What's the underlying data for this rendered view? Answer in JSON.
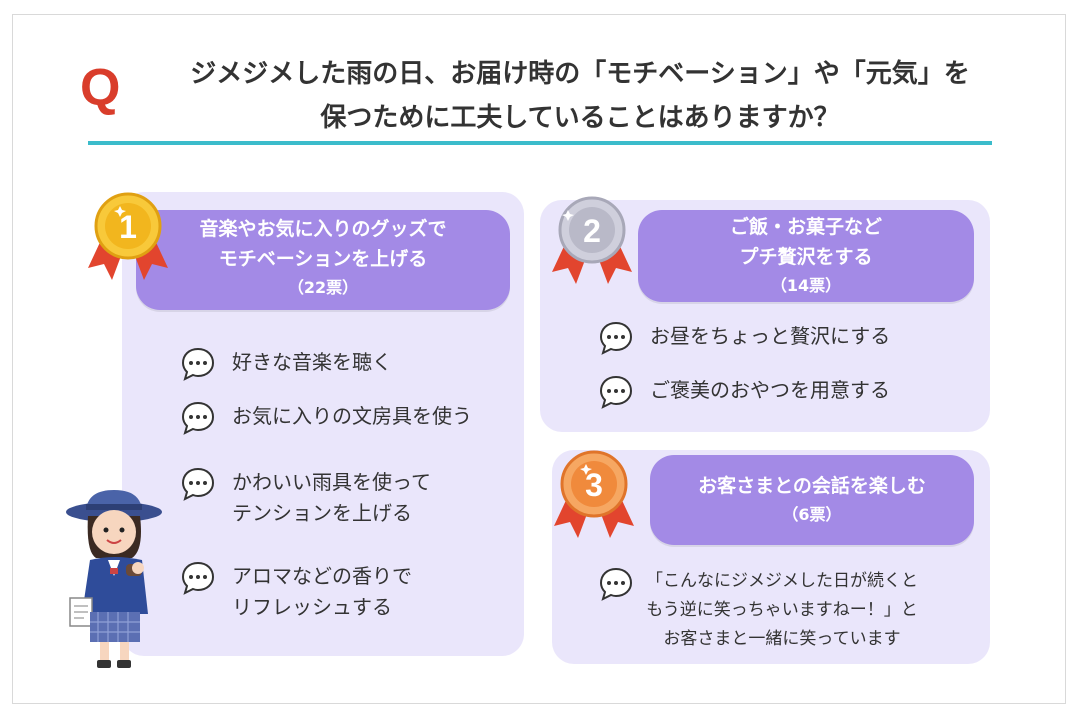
{
  "question": {
    "mark": "Q",
    "line1": "ジメジメした雨の日、お届け時の「モチベーション」や「元気」を",
    "line2": "保つために工夫していることはありますか？"
  },
  "colors": {
    "accent_red": "#d93d2b",
    "rule_teal": "#3bbccb",
    "panel_bg": "#eae6fb",
    "pill_bg": "#a38ae6",
    "gold": "#f2b61e",
    "silver": "#b9b9c8",
    "bronze": "#f08a3c",
    "ribbon": "#e2452e"
  },
  "rankings": [
    {
      "rank": "1",
      "medal": "gold-medal-icon",
      "title_lines": [
        "音楽やお気に入りのグッズで",
        "モチベーションを上げる"
      ],
      "votes": "（22票）",
      "items": [
        [
          "好きな音楽を聴く"
        ],
        [
          "お気に入りの文房具を使う"
        ],
        [
          "かわいい雨具を使って",
          "テンションを上げる"
        ],
        [
          "アロマなどの香りで",
          "リフレッシュする"
        ]
      ]
    },
    {
      "rank": "2",
      "medal": "silver-medal-icon",
      "title_lines": [
        "ご飯・お菓子など",
        "プチ贅沢をする"
      ],
      "votes": "（14票）",
      "items": [
        [
          "お昼をちょっと贅沢にする"
        ],
        [
          "ご褒美のおやつを用意する"
        ]
      ]
    },
    {
      "rank": "3",
      "medal": "bronze-medal-icon",
      "title_lines": [
        "お客さまとの会話を楽しむ"
      ],
      "votes": "（6票）",
      "items": [
        [
          "「こんなにジメジメした日が続くと",
          "もう逆に笑っちゃいますねー！」と",
          "お客さまと一緒に笑っています"
        ]
      ]
    }
  ]
}
